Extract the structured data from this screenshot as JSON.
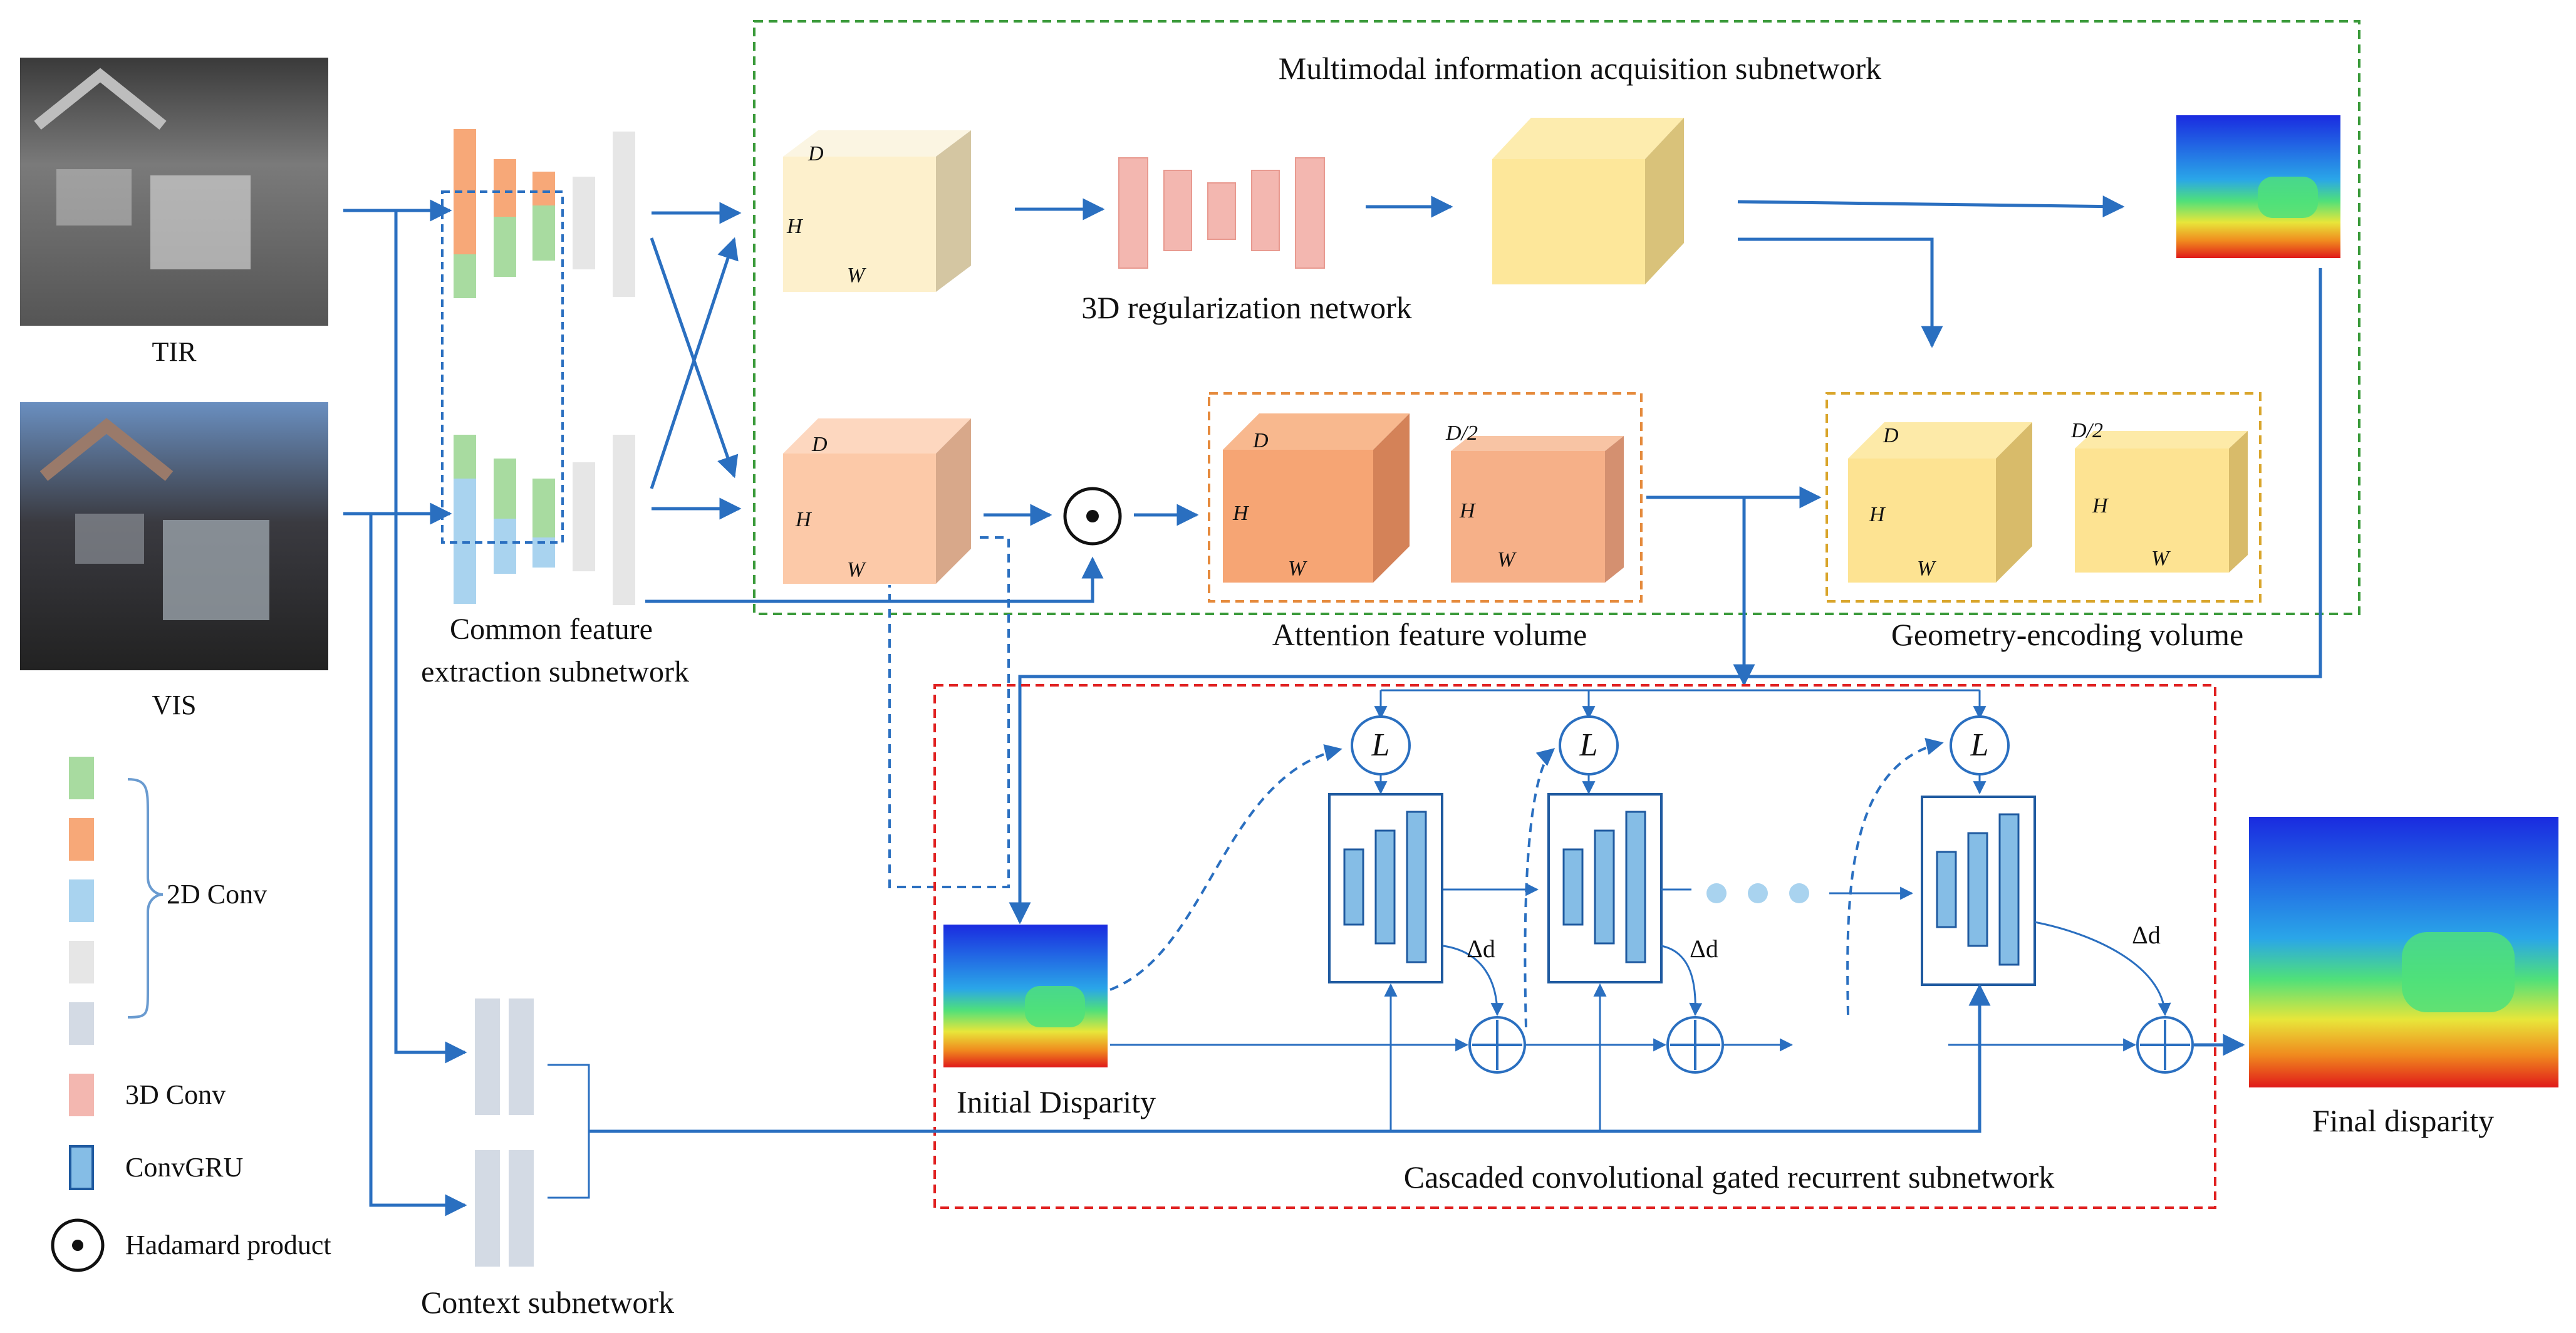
{
  "images": {
    "tir_label": "TIR",
    "vis_label": "VIS"
  },
  "subnetworks": {
    "common": [
      "Common feature",
      "extraction subnetwork"
    ],
    "multimodal": "Multimodal information acquisition subnetwork",
    "cascaded": "Cascaded convolutional gated recurrent subnetwork",
    "context": "Context subnetwork"
  },
  "labels": {
    "reg_net": "3D regularization network",
    "attention_volume": "Attention feature volume",
    "geometry_volume": "Geometry-encoding volume",
    "initial_disparity": "Initial Disparity",
    "final_disparity": "Final disparity",
    "lookup": "L",
    "delta": "Δd",
    "dim_D": "D",
    "dim_H": "H",
    "dim_W": "W",
    "dim_D2": "D/2"
  },
  "legend": {
    "conv2d": "2D Conv",
    "conv3d": "3D Conv",
    "convgru": "ConvGRU",
    "hadamard": "Hadamard product"
  },
  "colors": {
    "arrow": "#2a6fc0",
    "green_box": "#3a9a3a",
    "orange_box": "#e58a3c",
    "yellow_box": "#d9a52b",
    "red_box": "#e02020",
    "feat_green": "#a8dba0",
    "feat_orange": "#f7a878",
    "feat_blue": "#a9d3ef",
    "feat_gray": "#e6e6e6",
    "feat_slate": "#d3dae4",
    "conv3d_pink": "#f3b7b0",
    "convgru_blue": "#85bde6"
  }
}
